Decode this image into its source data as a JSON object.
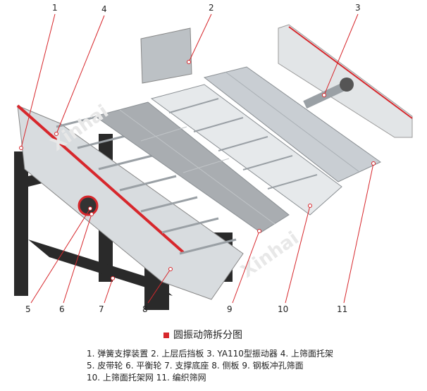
{
  "callouts": [
    "1",
    "2",
    "3",
    "4",
    "5",
    "6",
    "7",
    "8",
    "9",
    "10",
    "11"
  ],
  "title": "圆振动筛拆分图",
  "legend_lines": [
    "1. 弹簧支撑装置 2. 上层后挡板 3. YA110型振动器 4. 上筛面托架",
    "5. 皮带轮 6. 平衡轮 7. 支撑底座 8. 侧板 9. 钢板冲孔筛面",
    "10. 上筛面托架网 11. 编织筛网"
  ],
  "watermark": "Xinhai",
  "colors": {
    "accent": "#d7272c",
    "frame": "#2a2a2a",
    "panel": "#a9adb1",
    "mesh": "#c9ced3"
  }
}
